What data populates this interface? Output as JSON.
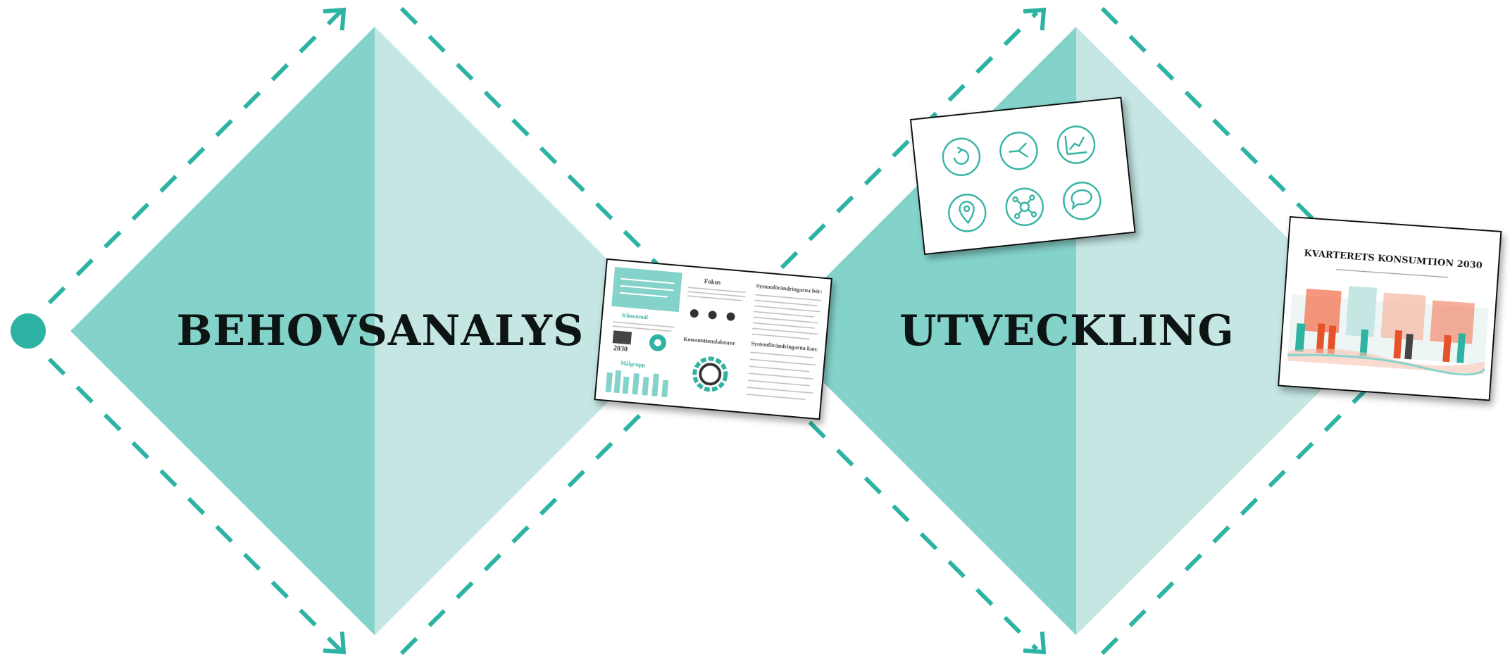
{
  "colors": {
    "dark_teal": "#84d3cb",
    "light_teal": "#c5e6e3",
    "accent": "#2db3a3",
    "text": "#0d1414"
  },
  "diamonds": [
    {
      "title": "BEHOVSANALYS"
    },
    {
      "title": "UTVECKLING"
    }
  ],
  "cards": {
    "report": {
      "header_small": "",
      "header_text": "",
      "sections": [
        "Klimatmål",
        "Målgrupp",
        "Fokus",
        "Konsumtionsfaktorer",
        "Systemförändringarna bör:",
        "Systemförändringarna kan:"
      ],
      "badge_text": "2030"
    },
    "icons": {
      "icon_names": [
        "refresh-icon",
        "branch-icon",
        "trend-icon",
        "location-pin-icon",
        "network-icon",
        "chat-icon"
      ]
    },
    "kvarterets": {
      "title": "KVARTERETS KONSUMTION 2030",
      "subtitle": ""
    }
  }
}
